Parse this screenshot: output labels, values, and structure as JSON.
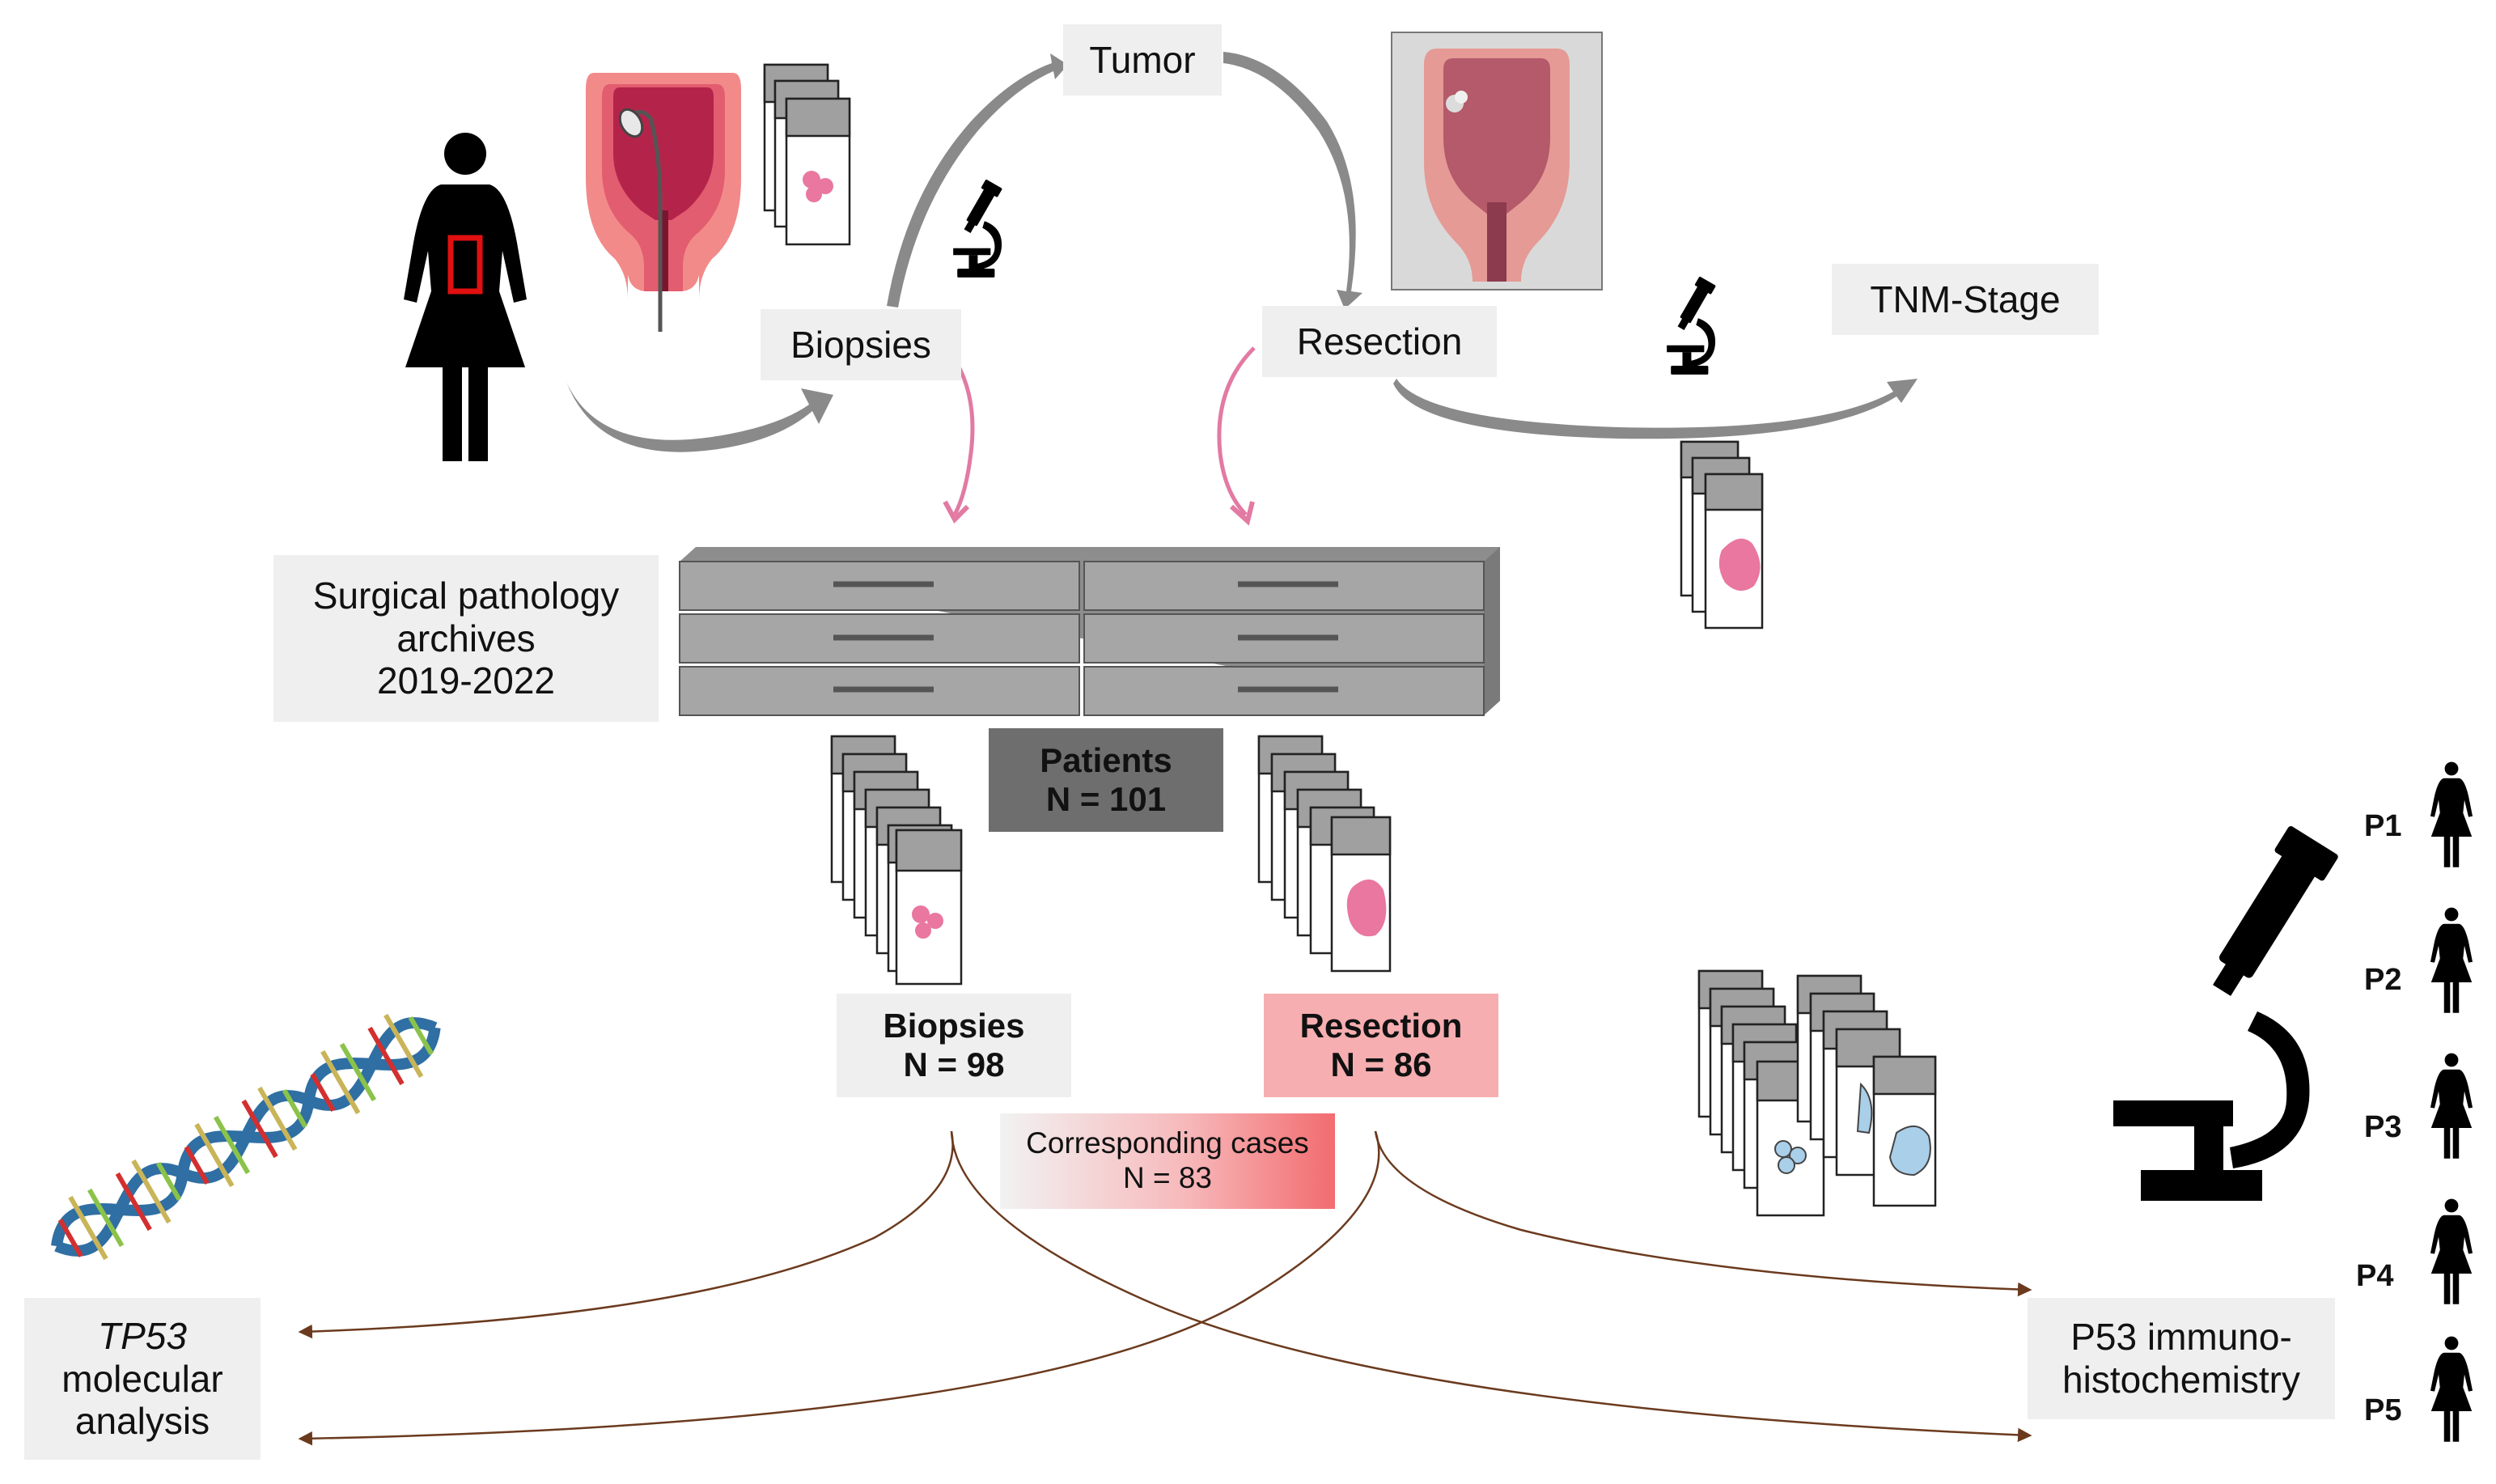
{
  "labels": {
    "tumor": "Tumor",
    "biopsies_top": "Biopsies",
    "resection_top": "Resection",
    "tnm_stage": "TNM-Stage",
    "archives_line1": "Surgical pathology",
    "archives_line2": "archives",
    "archives_line3": "2019-2022",
    "patients_title": "Patients",
    "patients_n": "N = 101",
    "biopsies_title": "Biopsies",
    "biopsies_n": "N = 98",
    "resection_title": "Resection",
    "resection_n": "N = 86",
    "corresponding_title": "Corresponding cases",
    "corresponding_n": "N = 83",
    "tp53_italic": "TP53",
    "tp53_line2": "molecular",
    "tp53_line3": "analysis",
    "ihc_line1": "P53 immuno-",
    "ihc_line2": "histochemistry"
  },
  "patients": [
    "P1",
    "P2",
    "P3",
    "P4",
    "P5"
  ],
  "colors": {
    "box_grey": "#efefef",
    "patients_box": "#6e6e6e",
    "resection_box": "#f6aeb0",
    "tissue_pink": "#e9779f",
    "tissue_blue": "#a9cfe9",
    "arrow_grey": "#8a8a8a",
    "arrow_pink": "#e27aa3",
    "arrow_brown": "#6b3a1e",
    "dna_blue": "#2f6fa3"
  },
  "icons": [
    "woman-icon",
    "uterus-icon",
    "microscope-icon",
    "slide-stack-icon",
    "archive-cabinet-icon",
    "dna-helix-icon"
  ]
}
